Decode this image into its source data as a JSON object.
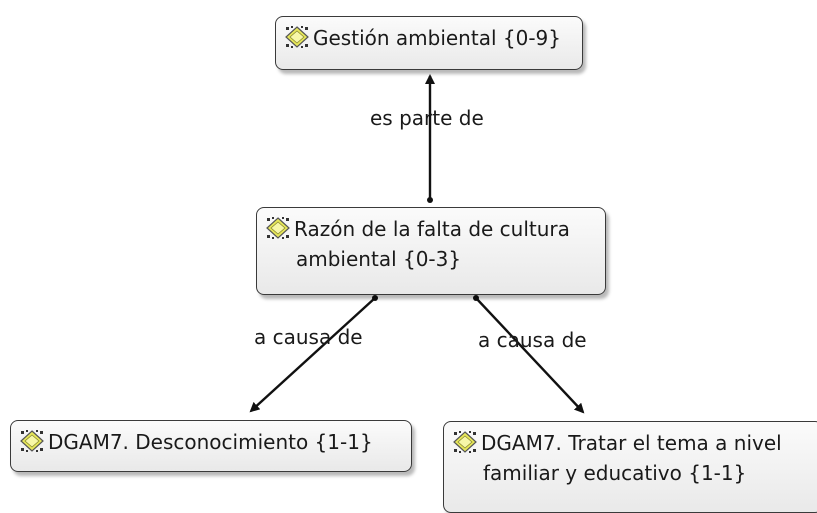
{
  "nodes": {
    "root": {
      "text": "Gestión ambiental {0-9}",
      "icon": "code-diamond-icon"
    },
    "mid": {
      "line1": "Razón de la falta de cultura",
      "line2": "ambiental {0-3}",
      "icon": "code-diamond-icon"
    },
    "left": {
      "text": "DGAM7. Desconocimiento {1-1}",
      "icon": "code-diamond-icon"
    },
    "right": {
      "line1": "DGAM7. Tratar el tema a nivel",
      "line2": "familiar y educativo {1-1}",
      "icon": "code-diamond-icon"
    }
  },
  "links": {
    "mid_to_root": "es parte de",
    "mid_to_left": "a causa de",
    "mid_to_right": "a causa de"
  },
  "colors": {
    "node_border": "#3a3a3a",
    "node_fill": "#f2f2f2",
    "icon_fill": "#e8e85a",
    "arrow": "#111111"
  }
}
